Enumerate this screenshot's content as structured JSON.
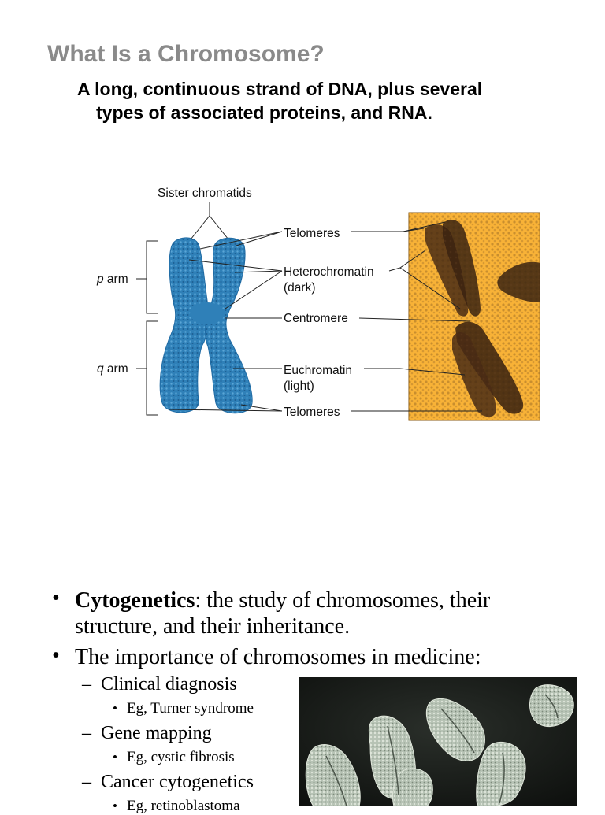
{
  "title": "What Is a Chromosome?",
  "subtitle": {
    "line1": "A long, continuous strand of DNA, plus several",
    "line2": "types of associated proteins, and RNA."
  },
  "diagram": {
    "sister_chromatids": "Sister chromatids",
    "p_arm_letter": "p",
    "p_arm_word": " arm",
    "q_arm_letter": "q",
    "q_arm_word": " arm",
    "telomeres_top": "Telomeres",
    "heterochromatin": "Heterochromatin",
    "heterochromatin_note": "(dark)",
    "centromere": "Centromere",
    "euchromatin": "Euchromatin",
    "euchromatin_note": "(light)",
    "telomeres_bottom": "Telomeres"
  },
  "bullets": {
    "b1_bold": "Cytogenetics",
    "b1_rest_line1": ": the study of chromosomes, their",
    "b1_line2": "structure, and their inheritance.",
    "b2": "The importance of chromosomes in medicine:",
    "items": [
      {
        "label": "Clinical diagnosis",
        "example": "Eg, Turner syndrome"
      },
      {
        "label": "Gene mapping",
        "example": "Eg, cystic fibrosis"
      },
      {
        "label": "Cancer cytogenetics",
        "example": "Eg, retinoblastoma"
      }
    ]
  },
  "colors": {
    "title": "#8a8a8a",
    "chromosome_blue": "#2e7db5",
    "micrograph_bg": "#f4a72a"
  },
  "symbols": {
    "bullet": "•",
    "dash": "–"
  }
}
